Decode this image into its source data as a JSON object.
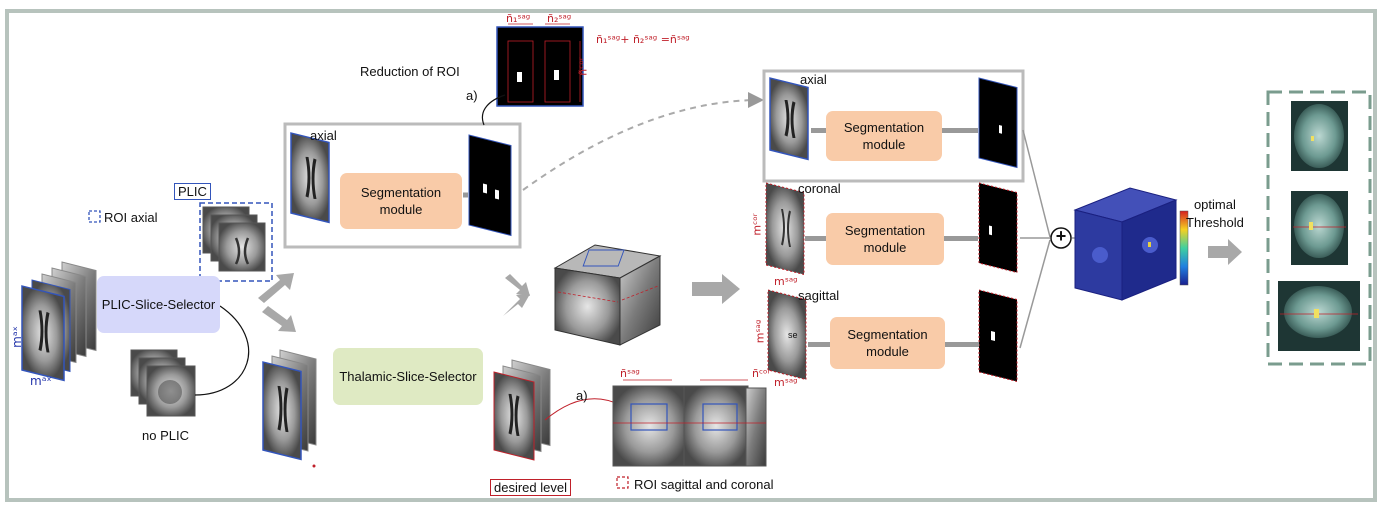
{
  "labels": {
    "roi_axial": "ROI axial",
    "plic": "PLIC",
    "no_plic": "no PLIC",
    "m_ax_v": "mᵃˣ",
    "m_ax_h": "mᵃˣ",
    "reduction_roi": "Reduction of ROI",
    "a1": "a)",
    "a2": "a)",
    "axial_top": "axial",
    "axial_right": "axial",
    "coronal": "coronal",
    "sagittal": "sagittal",
    "desired_level": "desired level",
    "roi_sag_cor": "ROI sagittal and coronal",
    "optimal_threshold": "optimal\nThreshold",
    "plus": "+",
    "n1_sag": "ñ₁ˢᵃᵍ",
    "n2_sag": "ñ₂ˢᵃᵍ",
    "n_cor_top": "ñᶜᵒʳ",
    "n_formula": "ñ₁ˢᵃᵍ+ ñ₂ˢᵃᵍ =ñˢᵃᵍ",
    "n_sag_bottom": "ñˢᵃᵍ",
    "n_cor_bottom": "ñᶜᵒʳ",
    "m_cor": "mᶜᵒʳ",
    "m_cor_h": "mˢᵃᵍ",
    "m_sag": "mˢᵃᵍ",
    "m_sag_h": "mˢᵃᵍ",
    "se": "se"
  },
  "modules": {
    "plic_selector": "PLIC-Slice-Selector",
    "thalamic_selector": "Thalamic-Slice-Selector",
    "seg_axial_top": "Segmentation\nmodule",
    "seg_axial_right": "Segmentation\nmodule",
    "seg_coronal": "Segmentation\nmodule",
    "seg_sagittal": "Segmentation\nmodule"
  },
  "colors": {
    "segmentation": "#f9cba8",
    "plic_selector": "#d6d8fa",
    "thalamic_selector": "#dfeac3",
    "frame": "#b7c3bd",
    "roi_axial_dash": "#3355bb",
    "roi_sag_cor_dash": "#c0202a",
    "output_dash": "#7a9c8e",
    "arrow_gray": "#a8a8a8"
  },
  "icons": [
    "brain-mri-stack-icon",
    "brain-slice-icon",
    "mask-slice-icon",
    "volume-cube-icon",
    "heatmap-cube-icon",
    "colorbar-icon",
    "plus-circle-icon",
    "arrow-icon"
  ]
}
